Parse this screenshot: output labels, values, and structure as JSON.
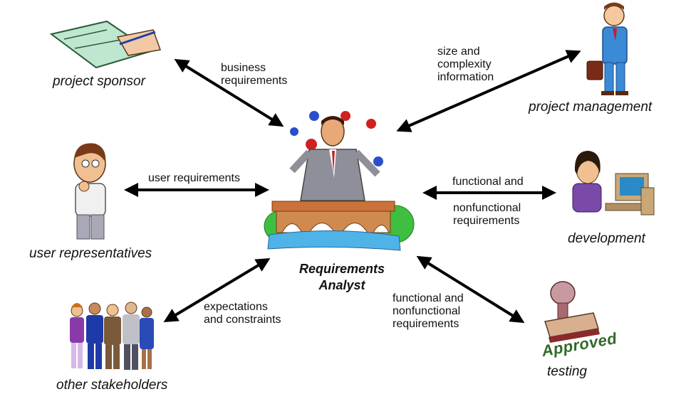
{
  "center": {
    "line1": "Requirements",
    "line2": "Analyst"
  },
  "roles": {
    "project_sponsor": "project sponsor",
    "project_management": "project management",
    "user_representatives": "user representatives",
    "development": "development",
    "other_stakeholders": "other stakeholders",
    "testing": "testing"
  },
  "flows": {
    "business": [
      "business",
      "requirements"
    ],
    "size": [
      "size and",
      "complexity",
      "information"
    ],
    "user": [
      "user requirements"
    ],
    "functional_dev_a": [
      "functional and"
    ],
    "functional_dev_b": [
      "nonfunctional",
      "requirements"
    ],
    "expectations": [
      "expectations",
      "and constraints"
    ],
    "functional_test": [
      "functional and",
      "nonfunctional",
      "requirements"
    ]
  },
  "stamp": {
    "text": "Approved"
  },
  "colors": {
    "arrow": "#000000",
    "stamp_green": "#2f6a27",
    "water": "#4fb3e8",
    "foliage": "#3fbf3f"
  }
}
